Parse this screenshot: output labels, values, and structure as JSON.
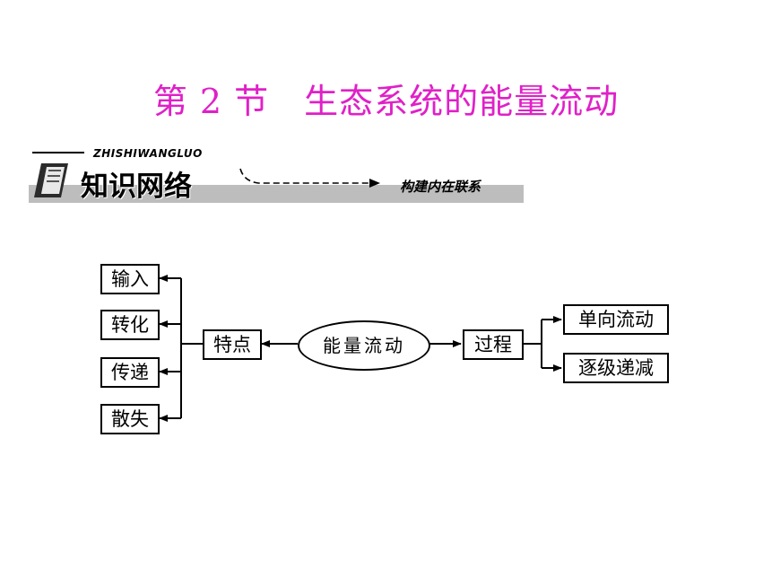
{
  "title": "第 2 节　生态系统的能量流动",
  "banner": {
    "subtitle": "ZHISHIWANGLUO",
    "heading": "知识网络",
    "tagline": "构建内在联系"
  },
  "diagram": {
    "center": "能量流动",
    "features_label": "特点",
    "features": [
      "输入",
      "转化",
      "传递",
      "散失"
    ],
    "process_label": "过程",
    "process_items": [
      "单向流动",
      "逐级递减"
    ]
  }
}
